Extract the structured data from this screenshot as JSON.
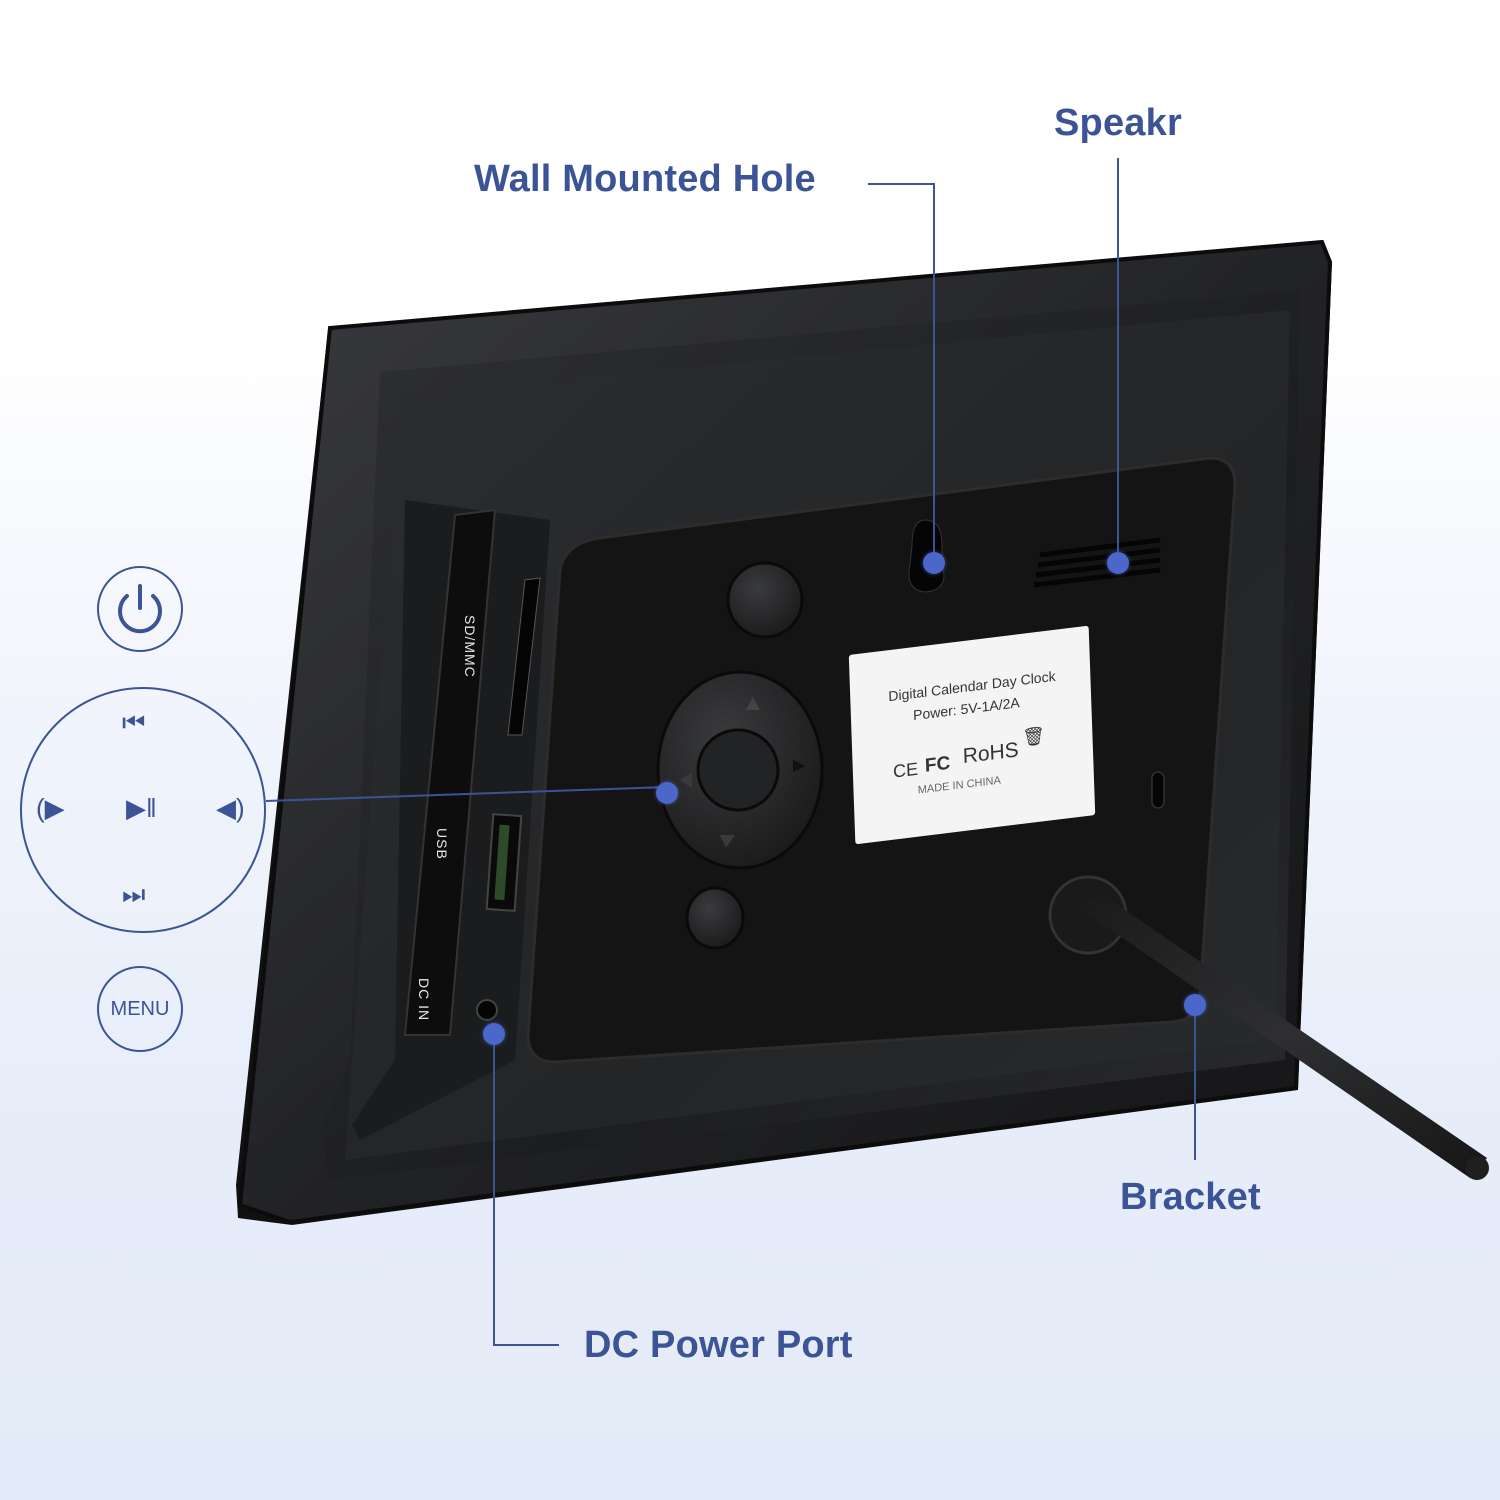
{
  "callouts": {
    "wall_mounted_hole": "Wall Mounted Hole",
    "speaker": "Speakr",
    "bracket": "Bracket",
    "dc_power_port": "DC Power Port"
  },
  "side_ports": {
    "sd": "SD/MMC",
    "usb": "USB",
    "dc": "DC IN"
  },
  "label_sticker": {
    "line1": "Digital Calendar Day Clock",
    "line2": "Power:  5V-1A/2A",
    "certs": [
      "CE",
      "FC",
      "RoHS"
    ],
    "origin": "MADE IN CHINA"
  },
  "legend": {
    "power_icon": "power-icon",
    "dpad": {
      "up": "previous-track-icon",
      "left": "volume-up-icon",
      "center": "play-pause-icon",
      "right": "volume-down-icon",
      "down": "next-track-icon"
    },
    "menu_label": "MENU"
  },
  "colors": {
    "accent": "#3c5496",
    "dot": "#4a67c9",
    "frame": "#1e1f21",
    "panel": "#141414"
  }
}
